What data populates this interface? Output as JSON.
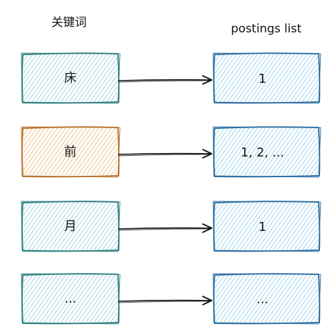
{
  "headers": {
    "keyword": "关键词",
    "postings": "postings list"
  },
  "rows": [
    {
      "keyword": "床",
      "postings": "1",
      "keyword_stroke": "#2e8080",
      "keyword_hatch": "#a5d8dd"
    },
    {
      "keyword": "前",
      "postings": "1, 2, ...",
      "keyword_stroke": "#b8732a",
      "keyword_hatch": "#f0c992"
    },
    {
      "keyword": "月",
      "postings": "1",
      "keyword_stroke": "#2e8080",
      "keyword_hatch": "#a5d8dd"
    },
    {
      "keyword": "...",
      "postings": "...",
      "keyword_stroke": "#2e8080",
      "keyword_hatch": "#a5d8dd"
    }
  ],
  "postings_style": {
    "stroke": "#2f6fa3",
    "hatch": "#a5d8ec"
  },
  "arrow_color": "#111111"
}
